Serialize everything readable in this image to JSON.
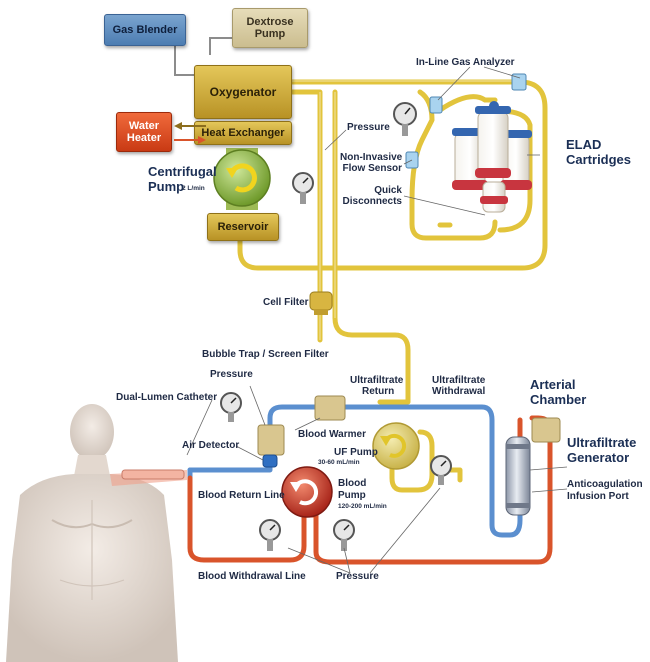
{
  "boxes": {
    "gas_blender": "Gas Blender",
    "dextrose_pump": "Dextrose\nPump",
    "oxygenator": "Oxygenator",
    "heat_exchanger": "Heat Exchanger",
    "water_heater": "Water\nHeater",
    "reservoir": "Reservoir"
  },
  "labels": {
    "centrifugal_pump": "Centrifugal",
    "centrifugal_pump_2": "Pump",
    "centrifugal_rate": "2 L/min",
    "inline_gas_analyzer": "In-Line Gas Analyzer",
    "pressure_top": "Pressure",
    "flow_sensor_1": "Non-Invasive",
    "flow_sensor_2": "Flow Sensor",
    "quick_disconnects_1": "Quick",
    "quick_disconnects_2": "Disconnects",
    "elad_1": "ELAD",
    "elad_2": "Cartridges",
    "cell_filter": "Cell Filter",
    "bubble_trap": "Bubble Trap / Screen Filter",
    "pressure_left": "Pressure",
    "dual_lumen": "Dual-Lumen Catheter",
    "air_detector": "Air Detector",
    "blood_warmer": "Blood Warmer",
    "uf_return_1": "Ultrafiltrate",
    "uf_return_2": "Return",
    "uf_withdrawal_1": "Ultrafiltrate",
    "uf_withdrawal_2": "Withdrawal",
    "arterial_1": "Arterial",
    "arterial_2": "Chamber",
    "uf_pump": "UF Pump",
    "uf_pump_rate": "30-60 mL/min",
    "uf_generator_1": "Ultrafiltrate",
    "uf_generator_2": "Generator",
    "anticoag_1": "Anticoagulation",
    "anticoag_2": "Infusion Port",
    "blood_pump_1": "Blood",
    "blood_pump_2": "Pump",
    "blood_pump_rate": "120-200 mL/min",
    "blood_return_line": "Blood Return Line",
    "blood_withdrawal_line": "Blood Withdrawal Line",
    "pressure_bottom": "Pressure"
  },
  "colors": {
    "circuit_yellow": "#e2c43c",
    "blood_red": "#d9542b",
    "return_blue": "#5b8fcf",
    "label_navy": "#1f2a44"
  }
}
